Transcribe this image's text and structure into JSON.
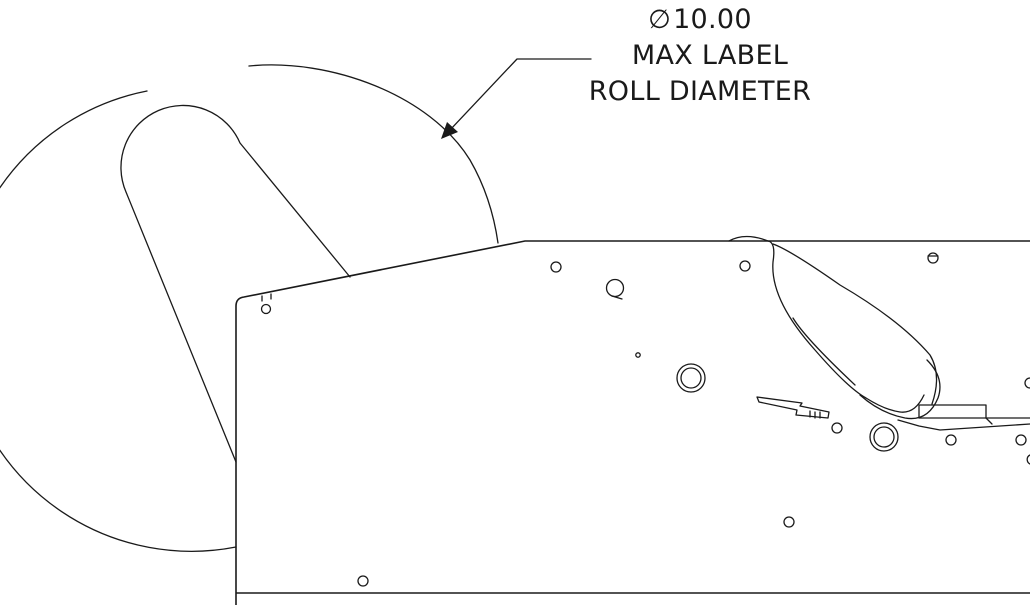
{
  "annotation": {
    "diameter_symbol": "∅",
    "diameter_value": "10.00",
    "line1": "MAX LABEL",
    "line2": "ROLL DIAMETER"
  },
  "colors": {
    "line": "#1a1a1a",
    "background": "#ffffff"
  }
}
